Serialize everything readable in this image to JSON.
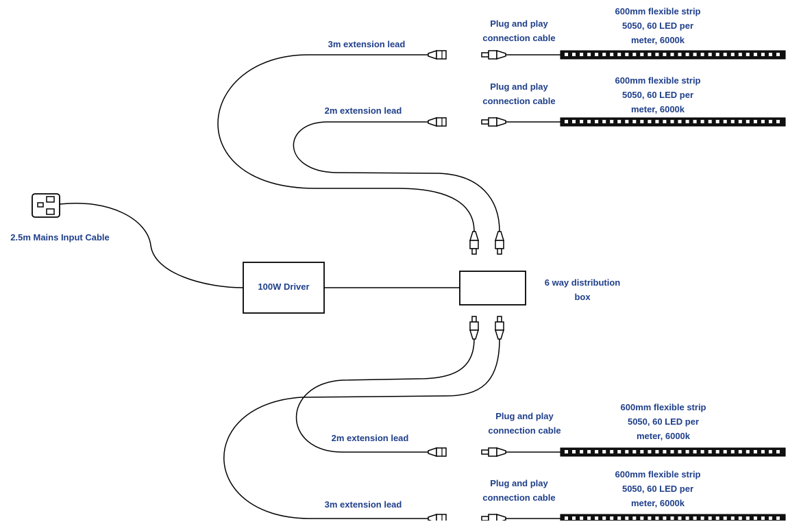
{
  "colors": {
    "label": "#1f3f8a",
    "line": "#000000"
  },
  "mains": {
    "label": "2.5m Mains Input Cable",
    "icon": "mains-plug-icon"
  },
  "driver": {
    "label": "100W Driver"
  },
  "distribution": {
    "line1": "6 way distribution",
    "line2": "box"
  },
  "branches": [
    {
      "lead_label": "3m extension lead",
      "cable_line1": "Plug and play",
      "cable_line2": "connection cable",
      "strip_line1": "600mm flexible strip",
      "strip_line2": "5050, 60 LED per",
      "strip_line3": "meter, 6000k"
    },
    {
      "lead_label": "2m extension lead",
      "cable_line1": "Plug and play",
      "cable_line2": "connection cable",
      "strip_line1": "600mm flexible strip",
      "strip_line2": "5050, 60 LED per",
      "strip_line3": "meter, 6000k"
    },
    {
      "lead_label": "2m extension lead",
      "cable_line1": "Plug and play",
      "cable_line2": "connection cable",
      "strip_line1": "600mm flexible strip",
      "strip_line2": "5050, 60 LED per",
      "strip_line3": "meter, 6000k"
    },
    {
      "lead_label": "3m extension lead",
      "cable_line1": "Plug and play",
      "cable_line2": "connection cable",
      "strip_line1": "600mm flexible strip",
      "strip_line2": "5050, 60 LED per",
      "strip_line3": "meter, 6000k"
    }
  ]
}
